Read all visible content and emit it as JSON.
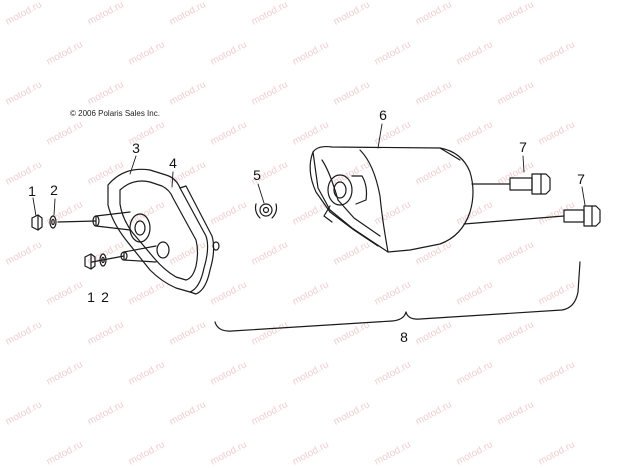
{
  "copyright": "© 2006 Polaris Sales Inc.",
  "watermark": "motod.ru",
  "callouts": {
    "c1a": "1",
    "c2a": "2",
    "c3": "3",
    "c4": "4",
    "c5": "5",
    "c6": "6",
    "c7a": "7",
    "c7b": "7",
    "c8": "8",
    "c1b": "1",
    "c2b": "2"
  },
  "colors": {
    "line": "#1a1a1a",
    "watermark": "#f1cfcf"
  }
}
